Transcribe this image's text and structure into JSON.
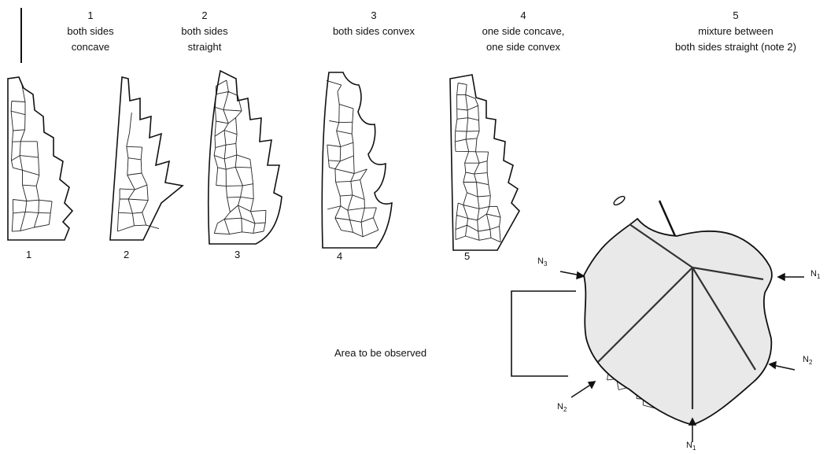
{
  "headers": [
    {
      "number": "1",
      "line1": "both sides",
      "line2": "concave"
    },
    {
      "number": "2",
      "line1": "both sides",
      "line2": "straight"
    },
    {
      "number": "3",
      "line1": "both sides convex",
      "line2": ""
    },
    {
      "number": "4",
      "line1": "one side concave,",
      "line2": "one side convex"
    },
    {
      "number": "5",
      "line1": "mixture between",
      "line2": "both sides straight (note 2)"
    }
  ],
  "tooth_labels": [
    "1",
    "2",
    "3",
    "4",
    "5"
  ],
  "area_label": "Area to be observed",
  "vein_labels": [
    {
      "base": "N",
      "sub": "3"
    },
    {
      "base": "N",
      "sub": "1"
    },
    {
      "base": "N",
      "sub": "2"
    },
    {
      "base": "N",
      "sub": "2"
    },
    {
      "base": "N",
      "sub": "1"
    }
  ],
  "colors": {
    "ink": "#111111",
    "background": "#ffffff"
  }
}
